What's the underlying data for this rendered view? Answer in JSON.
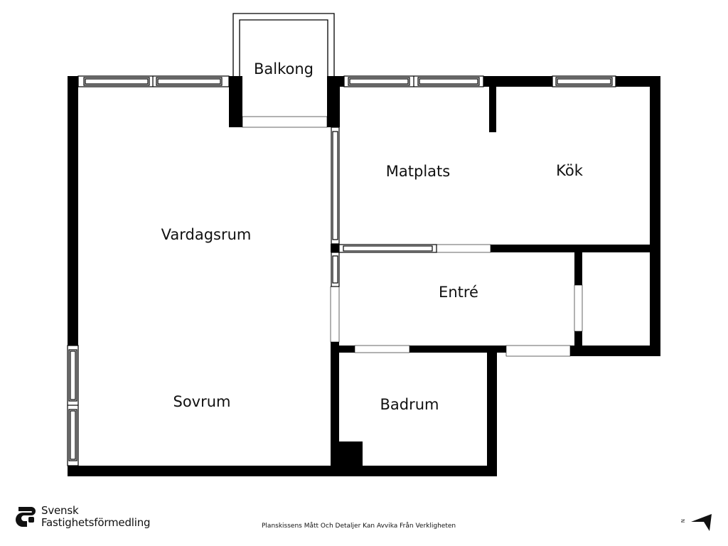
{
  "rooms": {
    "balkong": "Balkong",
    "vardagsrum": "Vardagsrum",
    "matplats": "Matplats",
    "kok": "Kök",
    "entre": "Entré",
    "sovrum": "Sovrum",
    "badrum": "Badrum"
  },
  "logo": {
    "line1": "Svensk",
    "line2": "Fastighetsförmedling",
    "icon": "svensk-fastighetsformedling-logo-icon"
  },
  "disclaimer": "Planskissens Mått Och Detaljer Kan Avvika Från Verkligheten",
  "compass": {
    "letter": "N",
    "icon": "north-arrow-icon"
  },
  "colors": {
    "wall": "#000000",
    "background": "#ffffff"
  }
}
